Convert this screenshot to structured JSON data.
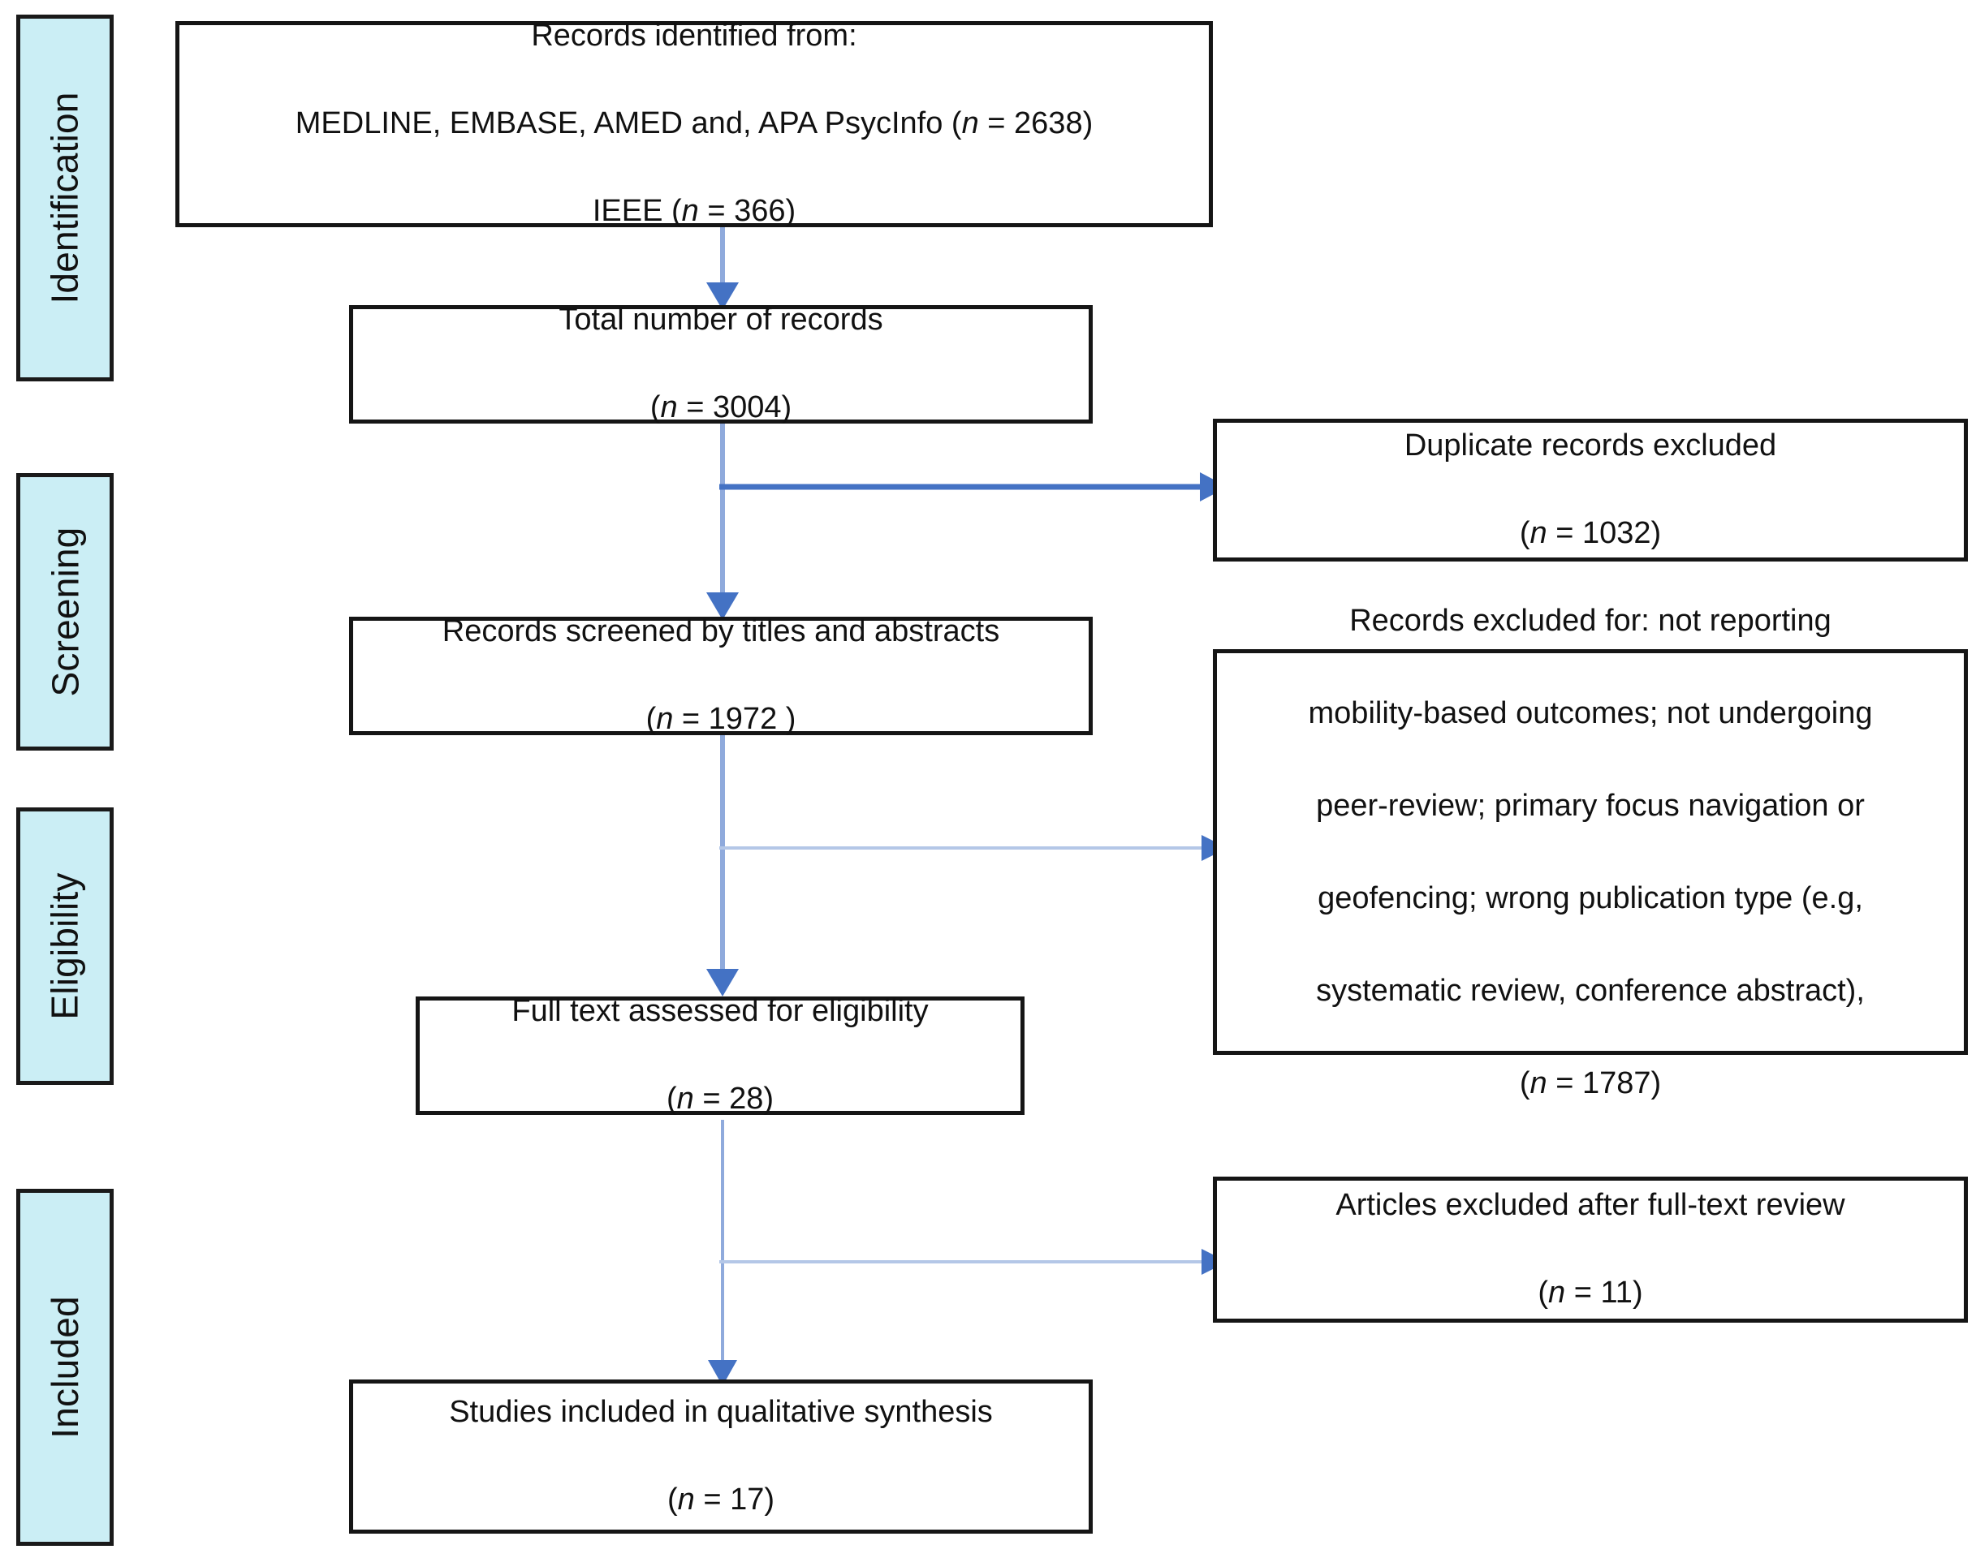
{
  "diagram": {
    "type": "prisma-flow-diagram",
    "colors": {
      "stage_label_fill": "#cbeef5",
      "box_border": "#151515",
      "arrow_main": "#8faadc",
      "arrow_branch_strong": "#4472c4",
      "arrow_branch_light": "#b4c7e7",
      "background": "#ffffff"
    }
  },
  "stages": [
    {
      "id": "identification",
      "label": "Identification"
    },
    {
      "id": "screening",
      "label": "Screening"
    },
    {
      "id": "eligibility",
      "label": "Eligibility"
    },
    {
      "id": "included",
      "label": "Included"
    }
  ],
  "boxes": {
    "records_identified": {
      "line1": "Records identified from:",
      "line2_prefix": "MEDLINE, EMBASE, AMED and, APA PsycInfo (",
      "line2_n": "n",
      "line2_suffix": " = 2638)",
      "line3_prefix": "IEEE (",
      "line3_n": "n",
      "line3_suffix": " = 366)",
      "full_text": "Records identified from:\nMEDLINE, EMBASE, AMED and, APA PsycInfo (n = 2638)\nIEEE (n = 366)",
      "counts": {
        "databases": 2638,
        "ieee": 366
      }
    },
    "total_records": {
      "line1": "Total number of records",
      "line2_prefix": "(",
      "line2_n": "n",
      "line2_suffix": " = 3004)",
      "full_text": "Total number of records\n(n = 3004)",
      "count": 3004
    },
    "duplicates_excluded": {
      "line1": "Duplicate records excluded",
      "line2_prefix": "(",
      "line2_n": "n",
      "line2_suffix": " = 1032)",
      "full_text": "Duplicate records excluded\n(n = 1032)",
      "count": 1032
    },
    "records_screened": {
      "line1": "Records screened by titles and abstracts",
      "line2_prefix": "(",
      "line2_n": "n",
      "line2_suffix": " = 1972 )",
      "full_text": "Records screened by titles and abstracts\n(n = 1972 )",
      "count": 1972
    },
    "records_excluded": {
      "line1": "Records excluded for: not reporting",
      "line2": "mobility-based outcomes; not undergoing",
      "line3": "peer-review; primary focus navigation or",
      "line4": "geofencing; wrong publication type (e.g,",
      "line5": "systematic review, conference abstract),",
      "line6_prefix": "(",
      "line6_n": "n",
      "line6_suffix": " = 1787)",
      "full_text": "Records excluded for: not reporting mobility-based outcomes; not undergoing peer-review; primary focus navigation or geofencing; wrong publication type (e.g, systematic review, conference abstract), (n = 1787)",
      "count": 1787
    },
    "full_text_assessed": {
      "line1": "Full text assessed for eligibility",
      "line2_prefix": "(",
      "line2_n": "n",
      "line2_suffix": " = 28)",
      "full_text": "Full text assessed for eligibility\n(n = 28)",
      "count": 28
    },
    "articles_excluded": {
      "line1": "Articles excluded after full-text review",
      "line2_prefix": "(",
      "line2_n": "n",
      "line2_suffix": " = 11)",
      "full_text": "Articles excluded after full-text review\n(n = 11)",
      "count": 11
    },
    "studies_included": {
      "line1": "Studies included in qualitative synthesis",
      "line2_prefix": "(",
      "line2_n": "n",
      "line2_suffix": " = 17)",
      "full_text": "Studies included in qualitative synthesis\n(n = 17)",
      "count": 17
    }
  },
  "connectors": [
    {
      "id": "identified-to-total",
      "from": "records_identified",
      "to": "total_records",
      "kind": "vertical-arrow"
    },
    {
      "id": "total-to-duplicates",
      "from": "total_records",
      "to": "duplicates_excluded",
      "kind": "horizontal-arrow"
    },
    {
      "id": "total-to-screened",
      "from": "total_records",
      "to": "records_screened",
      "kind": "vertical-arrow"
    },
    {
      "id": "screened-to-excluded",
      "from": "records_screened",
      "to": "records_excluded",
      "kind": "horizontal-arrow"
    },
    {
      "id": "screened-to-fulltext",
      "from": "records_screened",
      "to": "full_text_assessed",
      "kind": "vertical-arrow"
    },
    {
      "id": "fulltext-to-articles-excluded",
      "from": "full_text_assessed",
      "to": "articles_excluded",
      "kind": "horizontal-arrow"
    },
    {
      "id": "fulltext-to-included",
      "from": "full_text_assessed",
      "to": "studies_included",
      "kind": "vertical-arrow"
    }
  ]
}
